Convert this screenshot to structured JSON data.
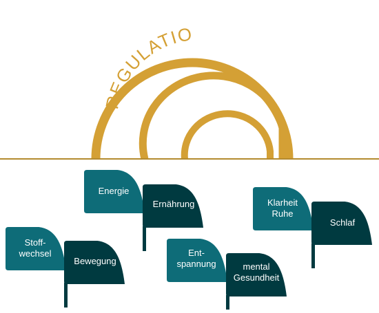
{
  "title": "REGULATION",
  "colors": {
    "gold": "#D4A035",
    "teal_light": "#0E6C78",
    "teal_dark": "#003A40",
    "line": "#B38A2E"
  },
  "leaves": [
    {
      "id": "energie",
      "style": "light",
      "lines": [
        "Energie"
      ]
    },
    {
      "id": "ernaehrung",
      "style": "dark",
      "lines": [
        "Ernährung"
      ]
    },
    {
      "id": "klarheit-ruhe",
      "style": "light",
      "lines": [
        "Klarheit",
        "Ruhe"
      ]
    },
    {
      "id": "schlaf",
      "style": "dark",
      "lines": [
        "Schlaf"
      ]
    },
    {
      "id": "stoffwechsel",
      "style": "light",
      "lines": [
        "Stoff-",
        "wechsel"
      ]
    },
    {
      "id": "bewegung",
      "style": "dark",
      "lines": [
        "Bewegung"
      ]
    },
    {
      "id": "entspannung",
      "style": "light",
      "lines": [
        "Ent-",
        "spannung"
      ]
    },
    {
      "id": "mentale-gesundheit",
      "style": "dark",
      "lines": [
        "mental",
        "Gesundheit"
      ]
    }
  ]
}
